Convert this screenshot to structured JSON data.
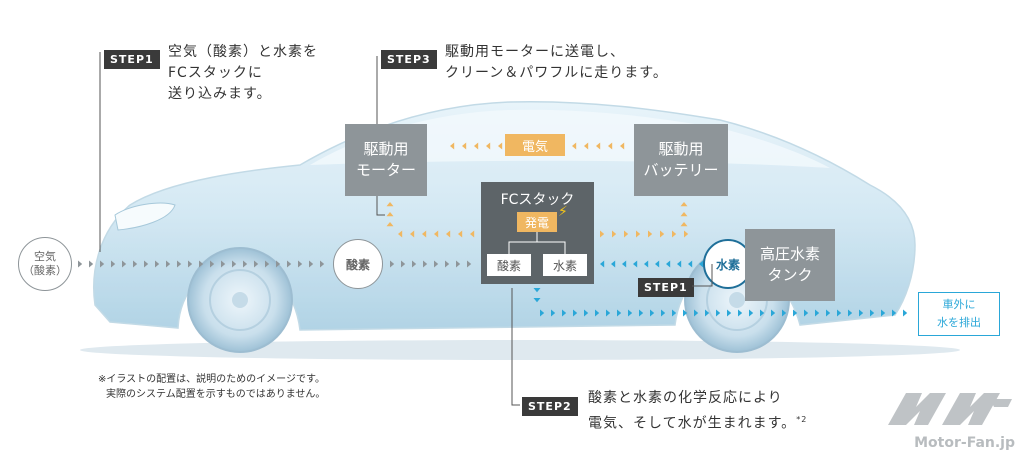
{
  "steps": {
    "step1_top": {
      "tag": "STEP1",
      "line1": "空気（酸素）と水素を",
      "line2": "FCスタックに",
      "line3": "送り込みます。"
    },
    "step3": {
      "tag": "STEP3",
      "line1": "駆動用モーターに送電し、",
      "line2": "クリーン＆パワフルに走ります。"
    },
    "step2": {
      "tag": "STEP2",
      "line1": "酸素と水素の化学反応により",
      "line2": "電気、そして水が生まれます。",
      "sup": "*2"
    },
    "step1_mid": {
      "tag": "STEP1"
    }
  },
  "components": {
    "motor": {
      "line1": "駆動用",
      "line2": "モーター"
    },
    "battery": {
      "line1": "駆動用",
      "line2": "バッテリー"
    },
    "fc_stack": {
      "title": "FCスタック",
      "power_gen": "発電",
      "oxygen": "酸素",
      "hydrogen": "水素"
    },
    "tank": {
      "line1": "高圧水素",
      "line2": "タンク"
    },
    "electricity": "電気"
  },
  "flows": {
    "air_line1": "空気",
    "air_line2": "（酸素）",
    "oxygen": "酸素",
    "hydrogen": "水素",
    "water_line1": "車外に",
    "water_line2": "水を排出"
  },
  "footnote": {
    "line1": "※イラストの配置は、説明のためのイメージです。",
    "line2": "実際のシステム配置を示すものではありません。"
  },
  "watermark": {
    "text": "Motor-Fan.jp"
  },
  "colors": {
    "gray_box": "#8e9599",
    "orange": "#f0b761",
    "arrow_cyan": "#2aa7d8",
    "step_tag": "#3a3a3a",
    "dark_stack": "#5d6468"
  }
}
